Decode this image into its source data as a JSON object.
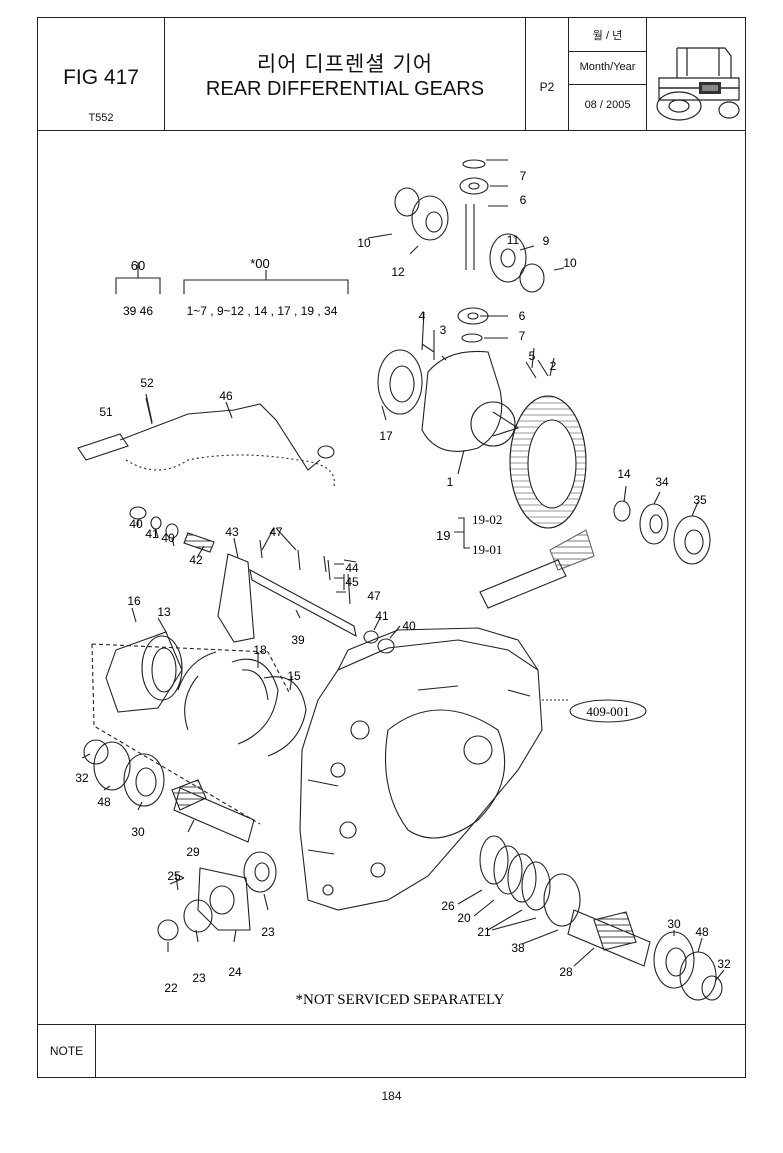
{
  "header": {
    "fig_number": "FIG 417",
    "model": "T552",
    "title_ko": "리어 디프렌셜 기어",
    "title_en": "REAR DIFFERENTIAL GEARS",
    "page_code": "P2",
    "date_label_ko": "월 / 년",
    "date_label_en": "Month/Year",
    "date_value": "08 / 2005"
  },
  "groups": {
    "g60": {
      "label": "60",
      "members": "39   46"
    },
    "g00": {
      "label": "*00",
      "members": "1~7 , 9~12 , 14 , 17 , 19 , 34"
    },
    "g19": {
      "label": "19",
      "sub1": "19-02",
      "sub2": "19-01"
    },
    "housing_ref": "409-001"
  },
  "callouts": {
    "c1": "1",
    "c2": "2",
    "c3": "3",
    "c4": "4",
    "c5": "5",
    "c6a": "6",
    "c6b": "6",
    "c7a": "7",
    "c7b": "7",
    "c9": "9",
    "c10a": "10",
    "c10b": "10",
    "c11": "11",
    "c12": "12",
    "c13": "13",
    "c14": "14",
    "c15": "15",
    "c16": "16",
    "c17": "17",
    "c18": "18",
    "c20": "20",
    "c21": "21",
    "c22": "22",
    "c23a": "23",
    "c23b": "23",
    "c24": "24",
    "c25": "25",
    "c26": "26",
    "c28": "28",
    "c29": "29",
    "c30a": "30",
    "c30b": "30",
    "c32a": "32",
    "c32b": "32",
    "c34": "34",
    "c35": "35",
    "c38": "38",
    "c39": "39",
    "c40a": "40",
    "c40b": "40",
    "c40c": "40",
    "c41a": "41",
    "c41b": "41",
    "c42": "42",
    "c43": "43",
    "c44": "44",
    "c45": "45",
    "c46": "46",
    "c47a": "47",
    "c47b": "47",
    "c48a": "48",
    "c48b": "48",
    "c51": "51",
    "c52": "52"
  },
  "footnote": "*NOT SERVICED SEPARATELY",
  "note_label": "NOTE",
  "page_number": "184"
}
